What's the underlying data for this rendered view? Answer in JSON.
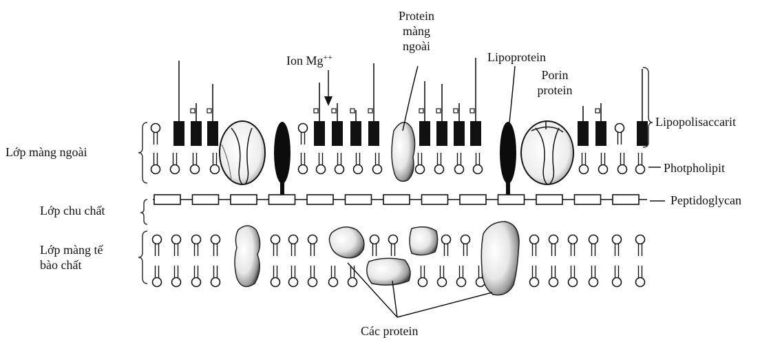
{
  "labels": {
    "outer_membrane_protein": [
      "Protein",
      "màng",
      "ngoài"
    ],
    "ion": "Ion Mg",
    "ion_sup": "++",
    "lipoprotein": "Lipoprotein",
    "porin": [
      "Porin",
      "protein"
    ],
    "lps": "Lipopolisaccarit",
    "outer_layer": "Lớp màng ngoài",
    "phospholipid": "Photpholipit",
    "peptidoglycan": "Peptidoglycan",
    "periplasm": "Lớp chu chất",
    "cytoplasmic": [
      "Lớp màng tế",
      "bào chất"
    ],
    "proteins": "Các protein"
  },
  "colors": {
    "ink": "#111111",
    "lps_block": "#111111",
    "lipoprotein": "#0c0c0c",
    "protein_shade": "#9a9a9a",
    "background": "#ffffff"
  }
}
